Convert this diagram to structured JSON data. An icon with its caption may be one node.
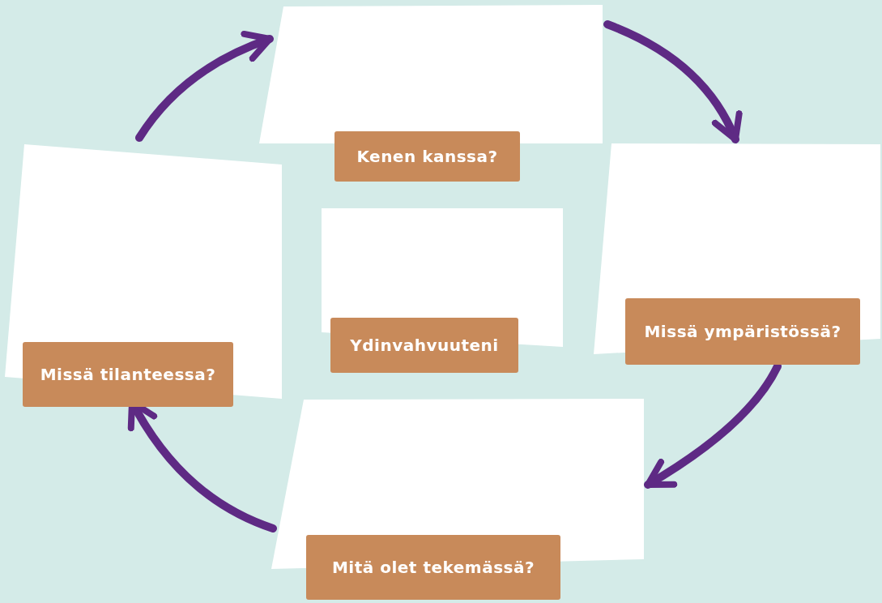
{
  "diagram": {
    "nodes": [
      {
        "text": [
          "Kenen kanssa?"
        ]
      },
      {
        "text": [
          "Missä tilanteessa?"
        ]
      },
      {
        "text": [
          "Ydinvahvuuteni"
        ]
      },
      {
        "text": [
          "Missä ympäristössä?"
        ]
      },
      {
        "text": [
          "Mitä olet tekemässä?"
        ]
      }
    ],
    "edges": [
      {
        "from": 1,
        "to": 0,
        "arrow": "to"
      },
      {
        "from": 0,
        "to": 3,
        "arrow": "to"
      },
      {
        "from": 3,
        "to": 4,
        "arrow": "to"
      },
      {
        "from": 4,
        "to": 1,
        "arrow": "to"
      }
    ]
  }
}
